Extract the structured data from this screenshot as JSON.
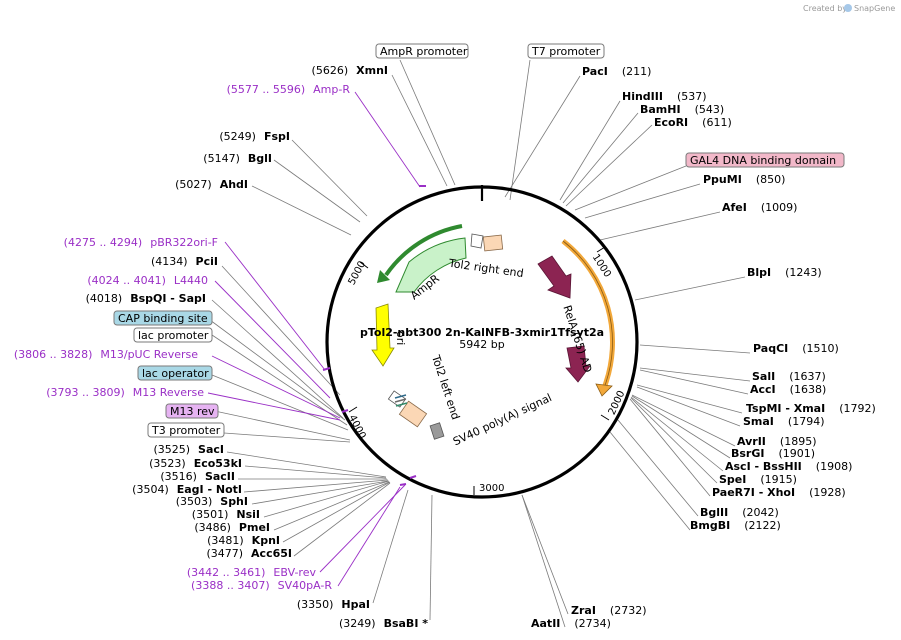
{
  "credit": "Created by",
  "brand": "SnapGene",
  "plasmid": {
    "name": "pTol2-nbt300 2n-KalNFB-3xmir1Tfsyt2a",
    "size": "5942 bp"
  },
  "ticks": [
    "1000",
    "2000",
    "3000",
    "4000",
    "5000"
  ],
  "features": {
    "ampr": "AmpR",
    "tol2_right": "Tol2 right end",
    "rela": "RelA (65) AD",
    "tol2_left": "Tol2 left end",
    "sv40": "SV40 poly(A) signal",
    "ori": "ori"
  },
  "boxes": {
    "ampr_promoter": "AmpR promoter",
    "t7_promoter": "T7 promoter",
    "gal4": "GAL4 DNA binding domain",
    "cap": "CAP binding site",
    "lac_promoter": "lac promoter",
    "lac_operator": "lac operator",
    "m13_rev": "M13 rev",
    "t3_promoter": "T3 promoter"
  },
  "right_sites": [
    {
      "pre": "",
      "name": "PacI",
      "pos": "(211)"
    },
    {
      "pre": "",
      "name": "HindIII",
      "pos": "(537)"
    },
    {
      "pre": "",
      "name": "BamHI",
      "pos": "(543)"
    },
    {
      "pre": "",
      "name": "EcoRI",
      "pos": "(611)"
    },
    {
      "pre": "",
      "name": "PpuMI",
      "pos": "(850)"
    },
    {
      "pre": "",
      "name": "AfeI",
      "pos": "(1009)"
    },
    {
      "pre": "",
      "name": "BlpI",
      "pos": "(1243)"
    },
    {
      "pre": "",
      "name": "PaqCI",
      "pos": "(1510)"
    },
    {
      "pre": "",
      "name": "SalI",
      "pos": "(1637)"
    },
    {
      "pre": "",
      "name": "AccI",
      "pos": "(1638)"
    },
    {
      "pre": "",
      "name": "TspMI - XmaI",
      "pos": "(1792)"
    },
    {
      "pre": "",
      "name": "SmaI",
      "pos": "(1794)"
    },
    {
      "pre": "",
      "name": "AvrII",
      "pos": "(1895)"
    },
    {
      "pre": "",
      "name": "BsrGI",
      "pos": "(1901)"
    },
    {
      "pre": "",
      "name": "AscI - BssHII",
      "pos": "(1908)"
    },
    {
      "pre": "",
      "name": "SpeI",
      "pos": "(1915)"
    },
    {
      "pre": "",
      "name": "PaeR7I - XhoI",
      "pos": "(1928)"
    },
    {
      "pre": "",
      "name": "BglII",
      "pos": "(2042)"
    },
    {
      "pre": "",
      "name": "BmgBI",
      "pos": "(2122)"
    },
    {
      "pre": "",
      "name": "ZraI",
      "pos": "(2732)"
    },
    {
      "pre": "",
      "name": "AatII",
      "pos": "(2734)"
    }
  ],
  "left_sites": [
    {
      "pos": "(5626)",
      "name": "XmnI"
    },
    {
      "pos": "(5249)",
      "name": "FspI"
    },
    {
      "pos": "(5147)",
      "name": "BglI"
    },
    {
      "pos": "(5027)",
      "name": "AhdI"
    },
    {
      "pos": "(4134)",
      "name": "PciI"
    },
    {
      "pos": "(4018)",
      "name": "BspQI - SapI"
    },
    {
      "pos": "(3525)",
      "name": "SacI"
    },
    {
      "pos": "(3523)",
      "name": "Eco53kI"
    },
    {
      "pos": "(3516)",
      "name": "SacII"
    },
    {
      "pos": "(3504)",
      "name": "EagI - NotI"
    },
    {
      "pos": "(3503)",
      "name": "SphI"
    },
    {
      "pos": "(3501)",
      "name": "NsiI"
    },
    {
      "pos": "(3486)",
      "name": "PmeI"
    },
    {
      "pos": "(3481)",
      "name": "KpnI"
    },
    {
      "pos": "(3477)",
      "name": "Acc65I"
    },
    {
      "pos": "(3350)",
      "name": "HpaI"
    },
    {
      "pos": "(3249)",
      "name": "BsaBI *"
    }
  ],
  "primers": [
    {
      "range": "(5577 .. 5596)",
      "name": "Amp-R"
    },
    {
      "range": "(4275 .. 4294)",
      "name": "pBR322ori-F"
    },
    {
      "range": "(4024 .. 4041)",
      "name": "L4440"
    },
    {
      "range": "(3806 .. 3828)",
      "name": "M13/pUC Reverse"
    },
    {
      "range": "(3793 .. 3809)",
      "name": "M13 Reverse"
    },
    {
      "range": "(3442 .. 3461)",
      "name": "EBV-rev"
    },
    {
      "range": "(3388 .. 3407)",
      "name": "SV40pA-R"
    }
  ],
  "colors": {
    "ampr": "#c9f2c9",
    "ampr_edge": "#2f8a2f",
    "rela": "#8c2452",
    "gal4": "#f2a83a",
    "ori": "#ffff00",
    "sv40": "#9a9a9a",
    "tol2": "#fbd7b5",
    "primer": "#9a2fc6",
    "cap_box": "#a9d8e6",
    "m13_box": "#e6b3f2",
    "gal4_box": "#f2b8c9"
  }
}
